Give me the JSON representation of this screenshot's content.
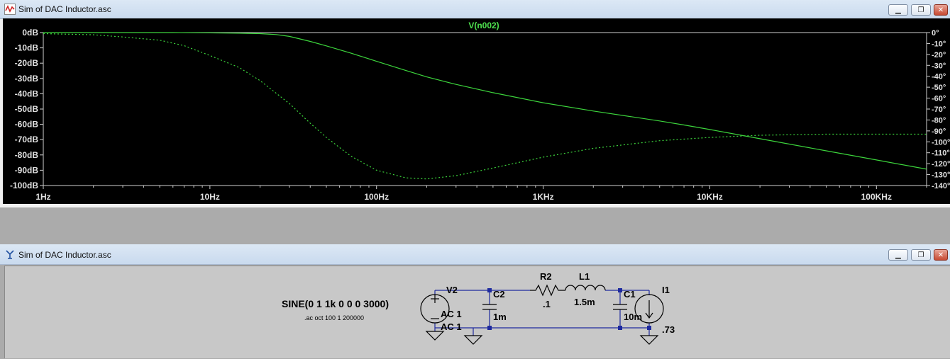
{
  "plot_window": {
    "title": "Sim of DAC Inductor.asc",
    "icon": "waveform-icon"
  },
  "schematic_window": {
    "title": "Sim of DAC Inductor.asc",
    "icon": "schematic-icon"
  },
  "window_controls": {
    "minimize": "minimize-icon",
    "restore": "restore-icon",
    "close": "close-icon"
  },
  "chart_data": {
    "type": "line",
    "title": "V(n002)",
    "x_scale": "log",
    "xlim": [
      1,
      200000
    ],
    "x_ticks": [
      {
        "value": 1,
        "label": "1Hz"
      },
      {
        "value": 10,
        "label": "10Hz"
      },
      {
        "value": 100,
        "label": "100Hz"
      },
      {
        "value": 1000,
        "label": "1KHz"
      },
      {
        "value": 10000,
        "label": "10KHz"
      },
      {
        "value": 100000,
        "label": "100KHz"
      }
    ],
    "ylim": [
      -100,
      0
    ],
    "y_ticks": [
      {
        "value": 0,
        "label": "0dB"
      },
      {
        "value": -10,
        "label": "-10dB"
      },
      {
        "value": -20,
        "label": "-20dB"
      },
      {
        "value": -30,
        "label": "-30dB"
      },
      {
        "value": -40,
        "label": "-40dB"
      },
      {
        "value": -50,
        "label": "-50dB"
      },
      {
        "value": -60,
        "label": "-60dB"
      },
      {
        "value": -70,
        "label": "-70dB"
      },
      {
        "value": -80,
        "label": "-80dB"
      },
      {
        "value": -90,
        "label": "-90dB"
      },
      {
        "value": -100,
        "label": "-100dB"
      }
    ],
    "y2lim": [
      -140,
      0
    ],
    "y2_ticks": [
      {
        "value": 0,
        "label": "0°"
      },
      {
        "value": -10,
        "label": "-10°"
      },
      {
        "value": -20,
        "label": "-20°"
      },
      {
        "value": -30,
        "label": "-30°"
      },
      {
        "value": -40,
        "label": "-40°"
      },
      {
        "value": -50,
        "label": "-50°"
      },
      {
        "value": -60,
        "label": "-60°"
      },
      {
        "value": -70,
        "label": "-70°"
      },
      {
        "value": -80,
        "label": "-80°"
      },
      {
        "value": -90,
        "label": "-90°"
      },
      {
        "value": -100,
        "label": "-100°"
      },
      {
        "value": -110,
        "label": "-110°"
      },
      {
        "value": -120,
        "label": "-120°"
      },
      {
        "value": -130,
        "label": "-130°"
      },
      {
        "value": -140,
        "label": "-140°"
      }
    ],
    "grid": false,
    "series": [
      {
        "name": "",
        "kind": "magnitude",
        "style": "solid",
        "color": "#3cd43c",
        "x": [
          1,
          3,
          6,
          10,
          15,
          20,
          25,
          30,
          40,
          50,
          70,
          100,
          150,
          200,
          300,
          500,
          1000,
          2000,
          5000,
          7000,
          10000,
          20000,
          50000,
          100000,
          200000
        ],
        "y": [
          0,
          0,
          0,
          -0.2,
          -0.4,
          -0.7,
          -1.3,
          -2.5,
          -5.8,
          -8.7,
          -13.4,
          -18.8,
          -24.8,
          -29.0,
          -33.9,
          -39.3,
          -45.9,
          -51.3,
          -57.8,
          -60.4,
          -63.4,
          -69.4,
          -77.3,
          -83.3,
          -89.3
        ]
      },
      {
        "name": "",
        "kind": "phase",
        "style": "dashed",
        "color": "#3cd43c",
        "x": [
          1,
          2,
          3,
          5,
          7,
          10,
          15,
          20,
          30,
          40,
          50,
          70,
          100,
          150,
          200,
          300,
          500,
          1000,
          2000,
          5000,
          10000,
          20000,
          50000,
          100000,
          200000
        ],
        "y": [
          -1,
          -2,
          -4,
          -7,
          -12,
          -21,
          -32,
          -44,
          -65,
          -83,
          -96,
          -113,
          -126,
          -133,
          -134,
          -131,
          -124,
          -114,
          -106,
          -99,
          -96,
          -94,
          -93,
          -93,
          -93
        ]
      }
    ]
  },
  "schematic": {
    "source_cmd": "SINE(0 1 1k 0 0 0 3000)",
    "ac_cmd": ".ac oct 100 1 200000",
    "v2": {
      "name": "V2",
      "ac1": "AC 1",
      "ac2": "AC 1"
    },
    "r2": {
      "name": "R2",
      "value": ".1"
    },
    "l1": {
      "name": "L1",
      "value": "1.5m"
    },
    "c2": {
      "name": "C2",
      "value": "1m"
    },
    "c1": {
      "name": "C1",
      "value": "10m"
    },
    "i1": {
      "name": "I1",
      "value": ".73"
    }
  }
}
